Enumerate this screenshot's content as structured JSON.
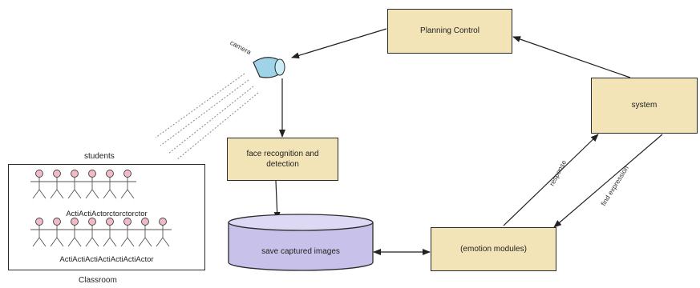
{
  "camera": {
    "label": "camera"
  },
  "classroom": {
    "title": "students",
    "caption": "Classroom",
    "row1_label": "ActiActiActorctorctorctor",
    "row2_label": "ActiActiActiActiActiActiActor",
    "row1_count": 6,
    "row2_count": 8
  },
  "nodes": {
    "planning": "Planning Control",
    "system": "system",
    "face": "face recognition and detection",
    "database": "save captured images",
    "emotion": "(emotion modules)"
  },
  "edge_labels": {
    "response": "response",
    "expression": "find expression"
  },
  "colors": {
    "box_fill": "#f3e4b8",
    "db_fill": "#c8c2ea",
    "camera_fill": "#9fd4e8",
    "actor_head": "#f2b9c6"
  }
}
